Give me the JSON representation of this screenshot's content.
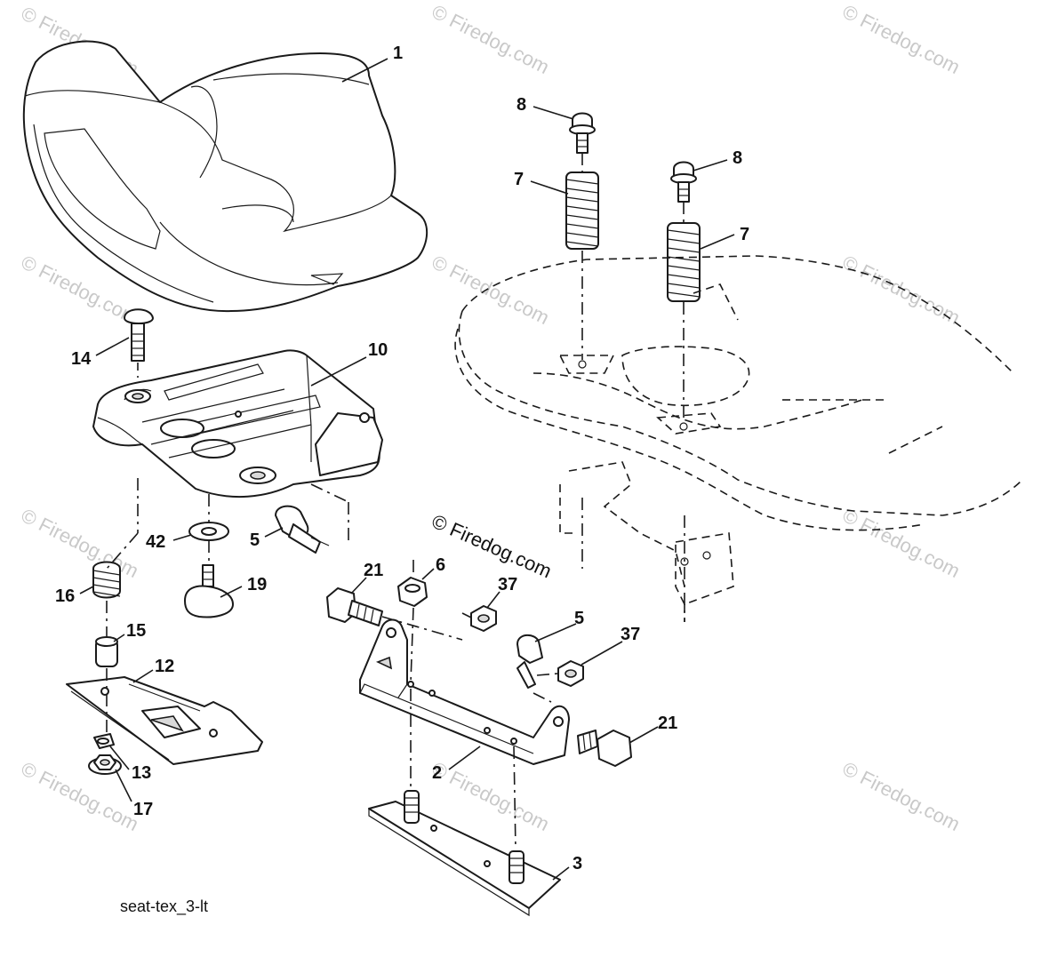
{
  "diagram": {
    "reference_code": "seat-tex_3-lt",
    "watermark_text": "© Firedog.com",
    "center_watermark_text": "© Firedog.com",
    "callouts": [
      {
        "id": "c1",
        "label": "1"
      },
      {
        "id": "c8a",
        "label": "8"
      },
      {
        "id": "c8b",
        "label": "8"
      },
      {
        "id": "c7a",
        "label": "7"
      },
      {
        "id": "c7b",
        "label": "7"
      },
      {
        "id": "c14",
        "label": "14"
      },
      {
        "id": "c10",
        "label": "10"
      },
      {
        "id": "c42",
        "label": "42"
      },
      {
        "id": "c5a",
        "label": "5"
      },
      {
        "id": "c16",
        "label": "16"
      },
      {
        "id": "c19",
        "label": "19"
      },
      {
        "id": "c21a",
        "label": "21"
      },
      {
        "id": "c6",
        "label": "6"
      },
      {
        "id": "c37a",
        "label": "37"
      },
      {
        "id": "c5b",
        "label": "5"
      },
      {
        "id": "c37b",
        "label": "37"
      },
      {
        "id": "c15",
        "label": "15"
      },
      {
        "id": "c12",
        "label": "12"
      },
      {
        "id": "c21b",
        "label": "21"
      },
      {
        "id": "c2",
        "label": "2"
      },
      {
        "id": "c13",
        "label": "13"
      },
      {
        "id": "c17",
        "label": "17"
      },
      {
        "id": "c3",
        "label": "3"
      }
    ]
  }
}
